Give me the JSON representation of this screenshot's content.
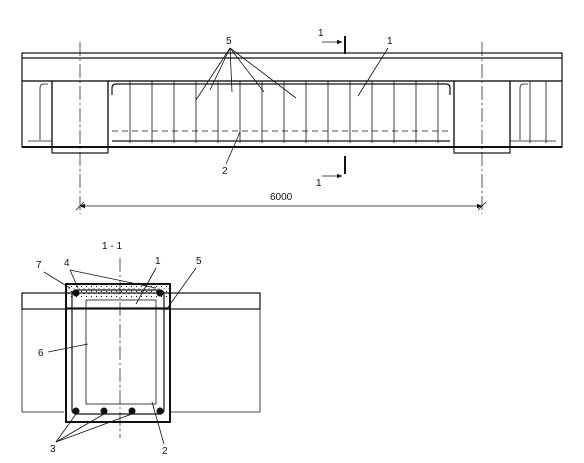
{
  "elevation": {
    "dimension_label": "6000",
    "section_mark_label": "1",
    "callouts": {
      "ribs": "5",
      "block": "1",
      "bottom_rebar": "2"
    }
  },
  "section": {
    "title": "1 - 1",
    "callouts": {
      "block": "1",
      "bottom_rebar": "2",
      "longitudinal_bars": "3",
      "top_bars": "4",
      "stirrups": "5",
      "concrete_core": "6",
      "topping": "7"
    }
  }
}
